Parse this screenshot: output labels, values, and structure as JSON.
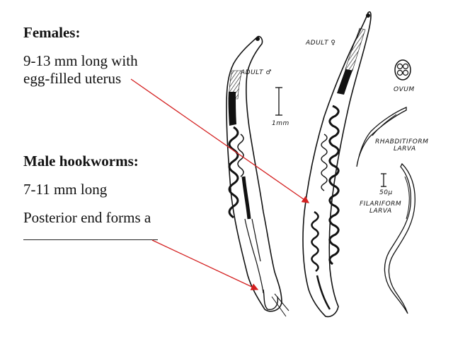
{
  "notes": {
    "females_heading": "Females:",
    "females_desc_line1": "9-13 mm long with",
    "females_desc_line2": "egg-filled uterus",
    "male_heading": "Male hookworms:",
    "male_length": "7-11 mm long",
    "male_posterior": "Posterior end forms a"
  },
  "figure_labels": {
    "adult_male": "ADULT ♂",
    "adult_female": "ADULT ♀",
    "scale_1mm": "1mm",
    "ovum": "OVUM",
    "rhabditiform_1": "RHABDITIFORM",
    "rhabditiform_2": "LARVA",
    "scale_50u": "50µ",
    "filariform_1": "FILARIFORM",
    "filariform_2": "LARVA"
  },
  "colors": {
    "arrow": "#d42020",
    "ink": "#111111"
  }
}
